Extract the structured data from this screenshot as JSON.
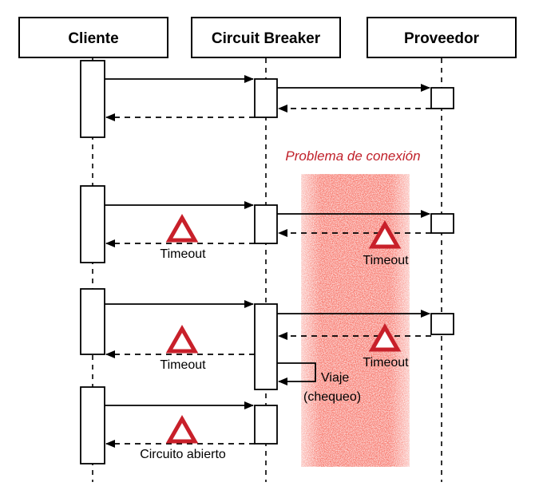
{
  "actors": {
    "client": "Cliente",
    "breaker": "Circuit Breaker",
    "provider": "Proveedor"
  },
  "region": {
    "label": "Problema de conexión",
    "color": "#f8786a"
  },
  "labels": {
    "timeout_1_left": "Timeout",
    "timeout_1_right": "Timeout",
    "timeout_2_left": "Timeout",
    "timeout_2_right": "Timeout",
    "trip_line1": "Viaje",
    "trip_line2": "(chequeo)",
    "circuit_open": "Circuito abierto"
  },
  "colors": {
    "warning": "#c8202a",
    "line": "#000000"
  }
}
